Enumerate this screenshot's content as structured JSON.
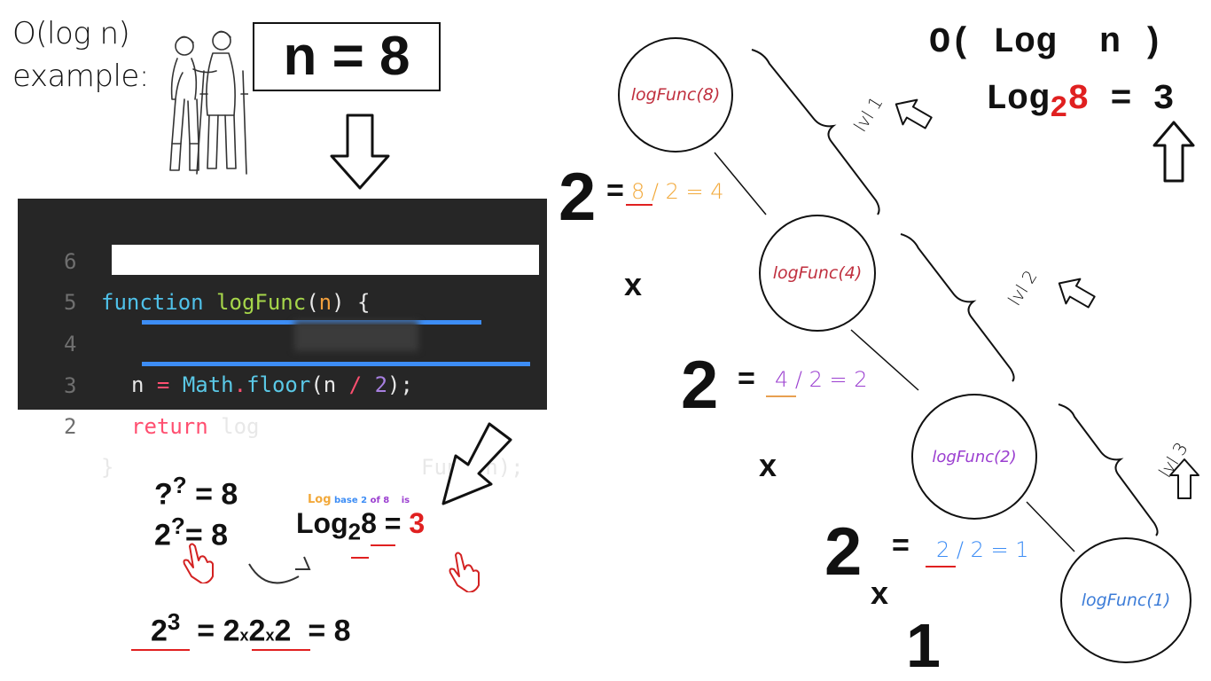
{
  "intro": {
    "title_line1": "O(log n)",
    "title_line2": "example:"
  },
  "n_box": "n = 8",
  "code": {
    "lines": [
      {
        "num": "6",
        "kw": "function",
        "fn": "logFunc",
        "open": "(",
        "param": "n",
        "close": ") {"
      },
      {
        "num": "5"
      },
      {
        "num": "4",
        "a": "n",
        "eq": "=",
        "obj": "Math",
        "dot": ".",
        "method": "floor",
        "p1": "(n",
        "slash": "/",
        "two": "2",
        "p2": ");"
      },
      {
        "num": "3",
        "ret": "return",
        "pre": "log",
        "post": "Func(n);"
      },
      {
        "num": "2",
        "brace": "}"
      }
    ]
  },
  "work": {
    "q_base": "?",
    "q_exp": "?",
    "q_eq": "= 8",
    "two_base": "2",
    "two_exp": "?",
    "two_eq": "= 8",
    "caption_log": "Log",
    "caption_base": "base 2",
    "caption_of": "of 8",
    "caption_is": "is",
    "log_word": "Log",
    "log_base": "2",
    "log_arg": "8",
    "log_eq": "=",
    "log_result": "3",
    "pow_base": "2",
    "pow_exp": "3",
    "pow_eq": "=",
    "pow_a": "2",
    "pow_x1": "x",
    "pow_b": "2",
    "pow_x2": "x",
    "pow_c": "2",
    "pow_eq2": "= 8"
  },
  "nodes": [
    {
      "label": "logFunc(8)",
      "color": "#c0303f"
    },
    {
      "label": "logFunc(4)",
      "color": "#c0303f"
    },
    {
      "label": "logFunc(2)",
      "color": "#9b3fd0"
    },
    {
      "label": "logFunc(1)",
      "color": "#3d7dd8"
    }
  ],
  "steps": [
    {
      "big": "2",
      "eq": "=",
      "calc": "8 / 2 = 4",
      "color": "#f2a93b"
    },
    {
      "big": "2",
      "eq": "=",
      "calc": "4 / 2 = 2",
      "color": "#9b3fd0"
    },
    {
      "big": "2",
      "eq": "=",
      "calc": "2 / 2 = 1",
      "color": "#3d8df5"
    }
  ],
  "multiply": [
    "x",
    "x",
    "x"
  ],
  "final_one": "1",
  "levels": [
    "lvl 1",
    "lvl 2",
    "lvl 3"
  ],
  "complexity": {
    "big_o": "O( Log  n )",
    "log_word": "Log",
    "log_base": "2",
    "log_arg": "8",
    "log_eq": "=",
    "log_result": "3"
  }
}
